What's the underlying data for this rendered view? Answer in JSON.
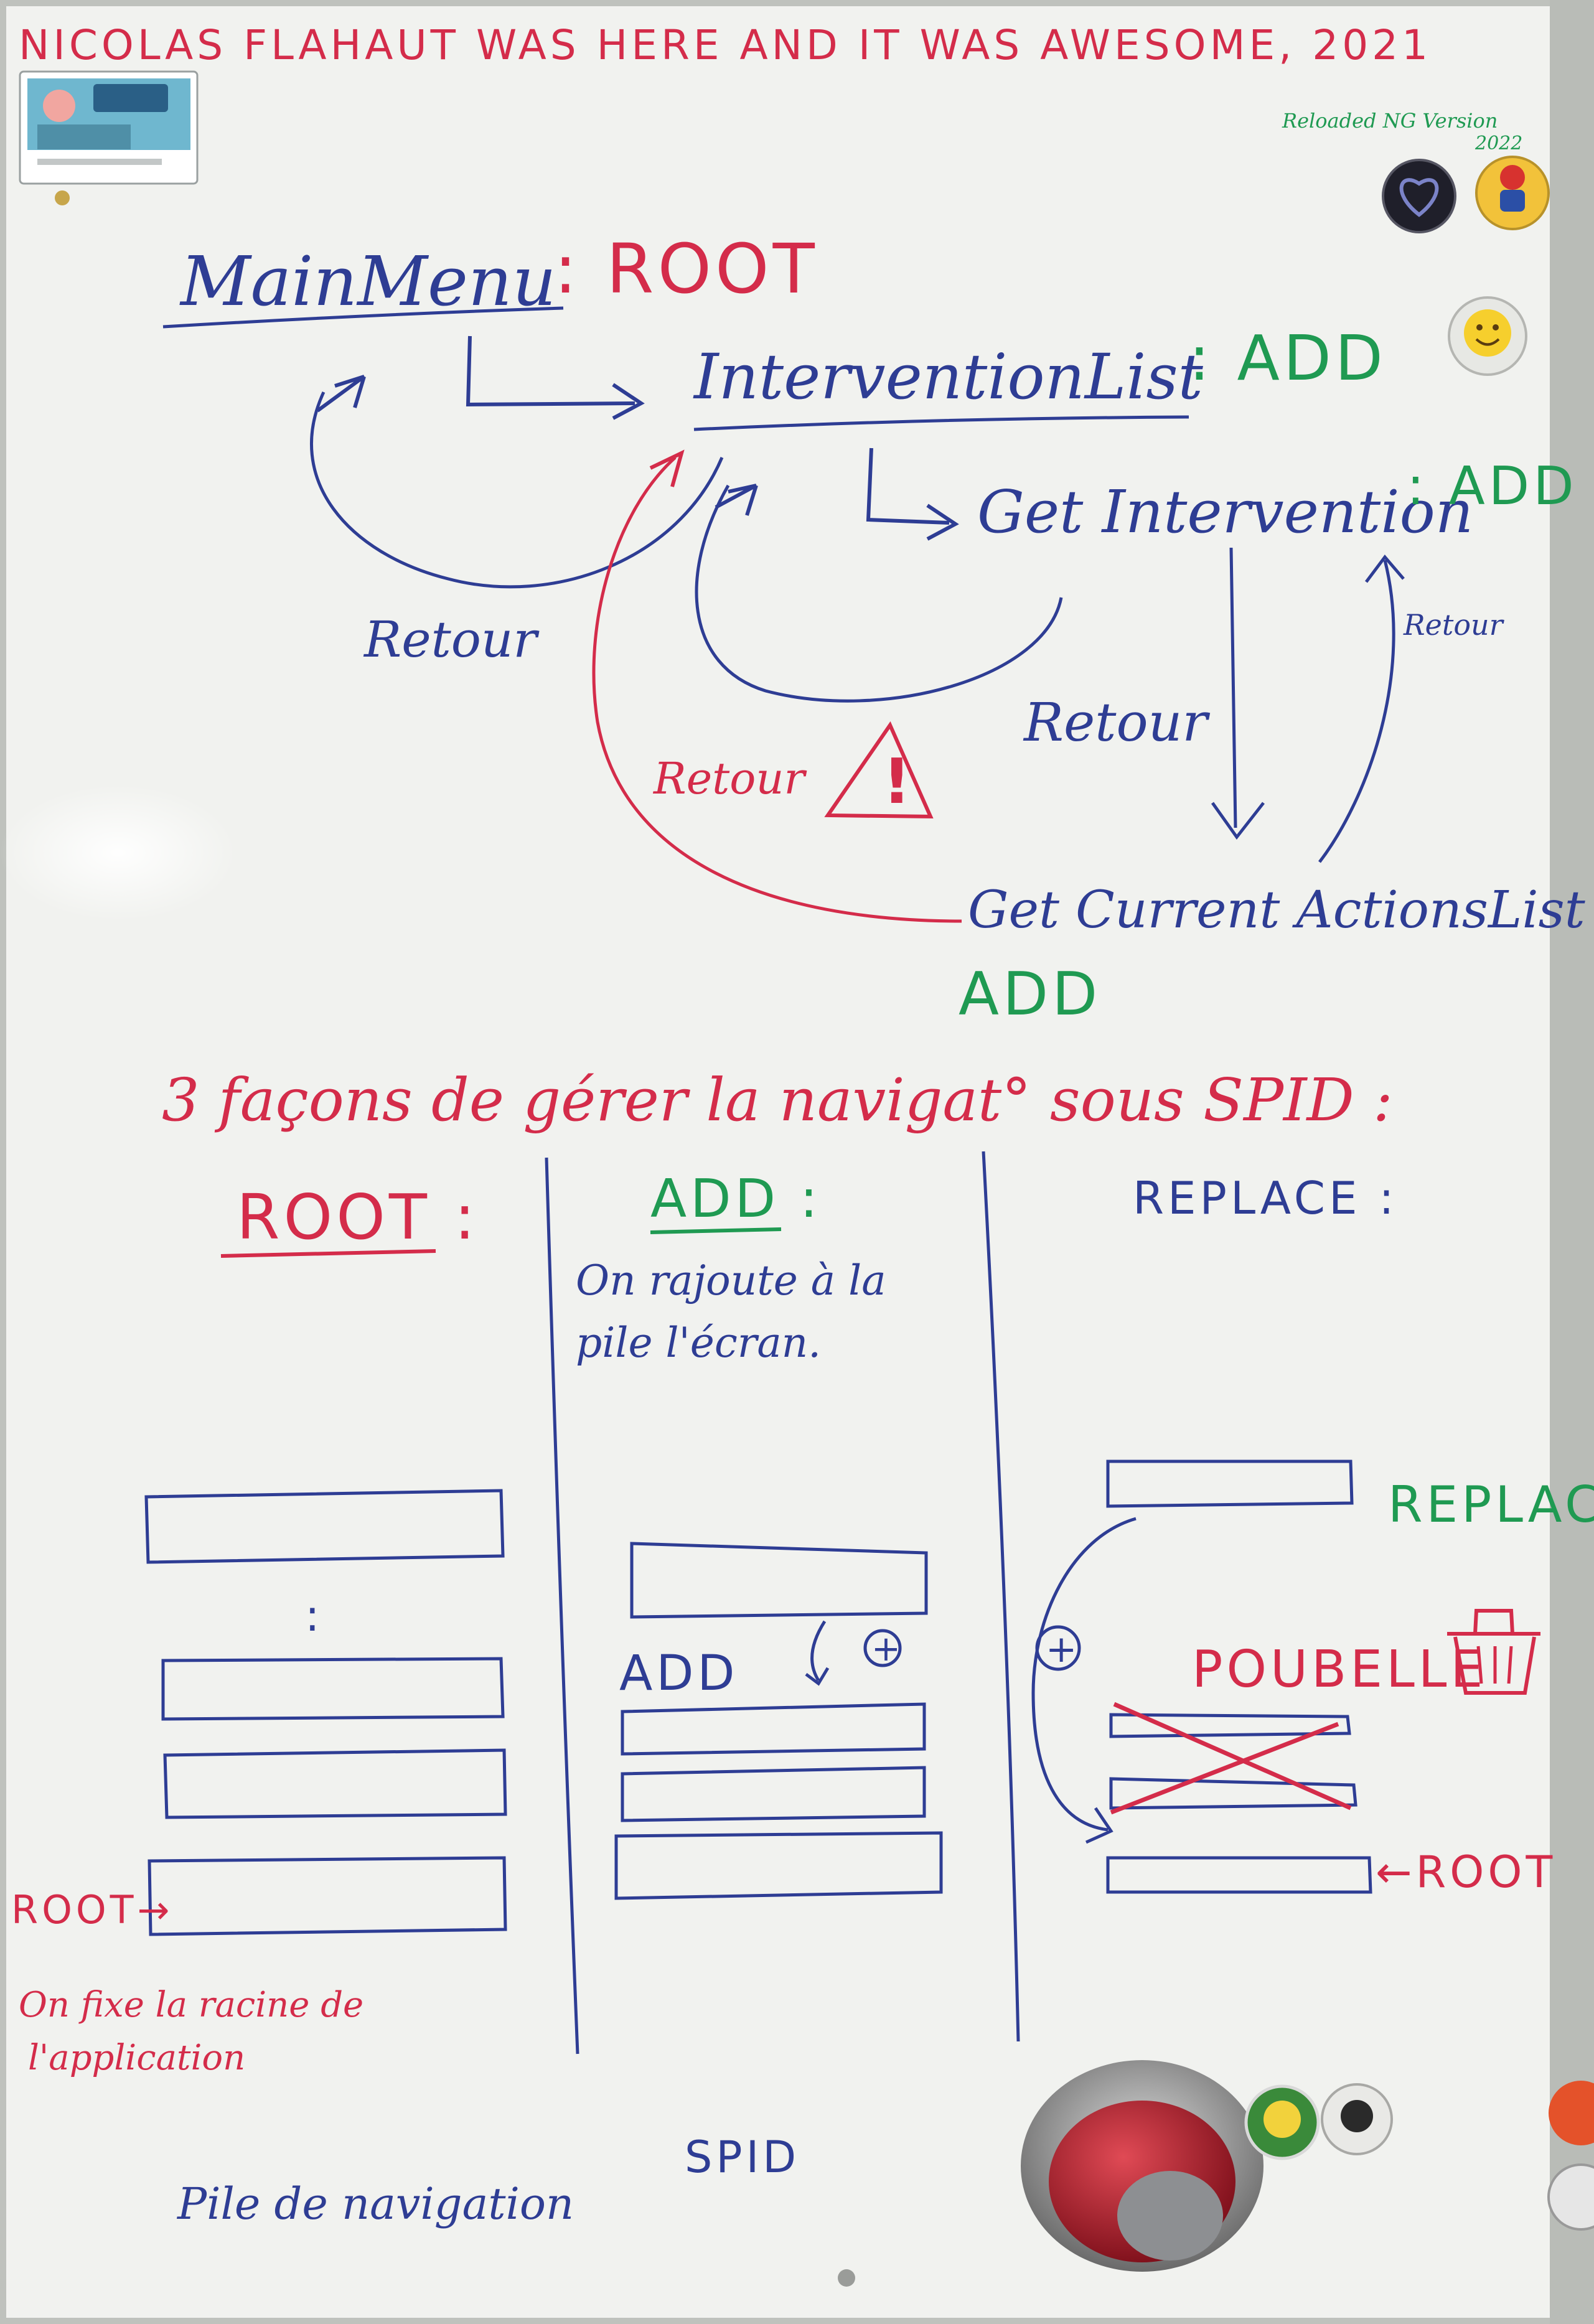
{
  "header": {
    "text": "NICOLAS FLAHAUT WAS HERE AND IT WAS AWESOME, 2021",
    "subnote_line1": "Reloaded NG Version",
    "subnote_line2": "2022"
  },
  "top_diagram": {
    "mainmenu_label": "MainMenu",
    "mainmenu_tag": ": ROOT",
    "interventionlist_label": "InterventionList",
    "interventionlist_tag": ": ADD",
    "getintervention_label": "Get Intervention",
    "getintervention_tag": ": ADD",
    "getcurrent_label": "Get Current ActionsList :",
    "getcurrent_tag": "ADD",
    "retour_1": "Retour",
    "retour_2": "Retour",
    "retour_3": "Retour",
    "retour_4": "Retour",
    "warning_glyph": "!"
  },
  "section": {
    "title": "3 façons de gérer la navigat° sous SPID :"
  },
  "col_root": {
    "title": "ROOT :",
    "ellipsis": ":",
    "pointer": "ROOT→",
    "desc_line1": "On fixe la racine de",
    "desc_line2": "l'application"
  },
  "col_add": {
    "title": "ADD :",
    "desc_line1": "On rajoute à la",
    "desc_line2": "pile l'écran.",
    "add_label": "ADD",
    "plus_glyph": "+"
  },
  "col_replace": {
    "title": "REPLACE :",
    "replace_label": "REPLAC",
    "poubelle_label": "POUBELLE",
    "root_pointer": "←ROOT",
    "plus_glyph": "+"
  },
  "footer": {
    "pile_label": "Pile de navigation",
    "spid_label": "SPID"
  },
  "colors": {
    "blue": "#2e3d94",
    "red": "#d42c4a",
    "green": "#1f9a52",
    "board": "#f1f2ef"
  },
  "icons": [
    "ticket-sticker-icon",
    "black-heart-badge-icon",
    "mario-badge-icon",
    "smiley-magnet-icon",
    "warning-triangle-icon",
    "trash-bin-icon",
    "homer-badge-icon",
    "face-badge-icon",
    "red-button-icon"
  ]
}
